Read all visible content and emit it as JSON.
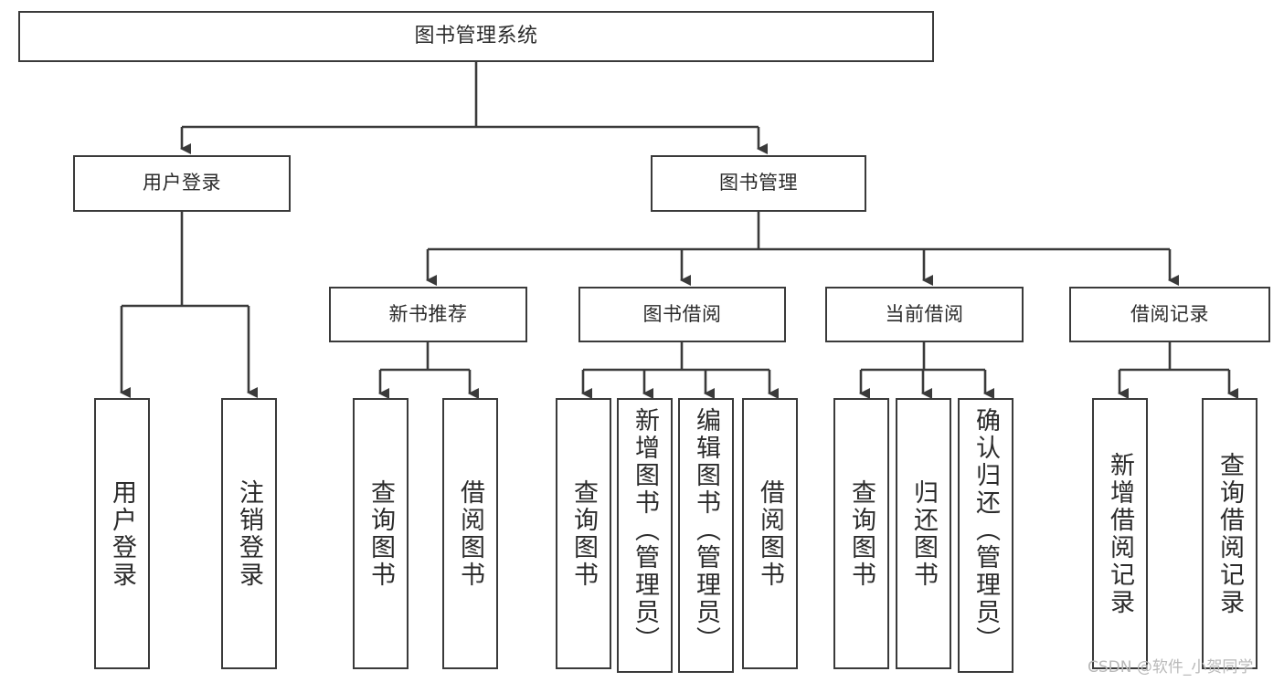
{
  "diagram": {
    "title": "图书管理系统",
    "type": "tree-hierarchy",
    "stroke_color": "#3a3a3a",
    "background_color": "#ffffff",
    "text_color": "#2b2b2b",
    "root": {
      "label": "图书管理系统"
    },
    "level1": [
      {
        "label": "用户登录"
      },
      {
        "label": "图书管理"
      }
    ],
    "level2": [
      {
        "label": "新书推荐"
      },
      {
        "label": "图书借阅"
      },
      {
        "label": "当前借阅"
      },
      {
        "label": "借阅记录"
      }
    ],
    "leaves": {
      "user_login": [
        {
          "label": "用户登录"
        },
        {
          "label": "注销登录"
        }
      ],
      "new_book_recommend": [
        {
          "label": "查询图书"
        },
        {
          "label": "借阅图书"
        }
      ],
      "book_borrow": [
        {
          "label": "查询图书"
        },
        {
          "label": "新增图书（管理员）"
        },
        {
          "label": "编辑图书（管理员）"
        },
        {
          "label": "借阅图书"
        }
      ],
      "current_borrow": [
        {
          "label": "查询图书"
        },
        {
          "label": "归还图书"
        },
        {
          "label": "确认归还（管理员）"
        }
      ],
      "borrow_record": [
        {
          "label": "新增借阅记录"
        },
        {
          "label": "查询借阅记录"
        }
      ]
    }
  },
  "watermark": {
    "text": "CSDN @软件_小贺同学",
    "color": "#b9b9b9"
  }
}
